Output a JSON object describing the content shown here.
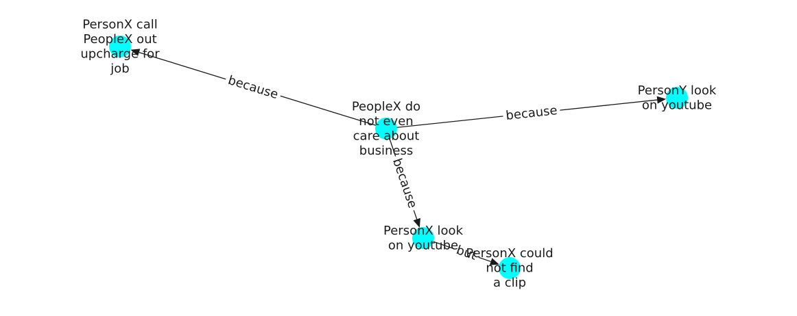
{
  "graph": {
    "node_color": "#00ffff",
    "edge_color": "#1a1a1a",
    "nodes": [
      {
        "id": "n_center",
        "lines": [
          "PeopleX do",
          "not even",
          "care about",
          "business"
        ]
      },
      {
        "id": "n_call",
        "lines": [
          "PersonX call",
          "PeopleX out",
          "upcharge for",
          "job"
        ]
      },
      {
        "id": "n_y",
        "lines": [
          "PersonY look",
          "on youtube"
        ]
      },
      {
        "id": "n_x",
        "lines": [
          "PersonX look",
          "on youtube"
        ]
      },
      {
        "id": "n_clip",
        "lines": [
          "PersonX could",
          "not find",
          "a clip"
        ]
      }
    ],
    "edges": [
      {
        "source": "n_center",
        "target": "n_call",
        "label": "because"
      },
      {
        "source": "n_center",
        "target": "n_y",
        "label": "because"
      },
      {
        "source": "n_center",
        "target": "n_x",
        "label": "because"
      },
      {
        "source": "n_x",
        "target": "n_clip",
        "label": "but"
      }
    ]
  }
}
